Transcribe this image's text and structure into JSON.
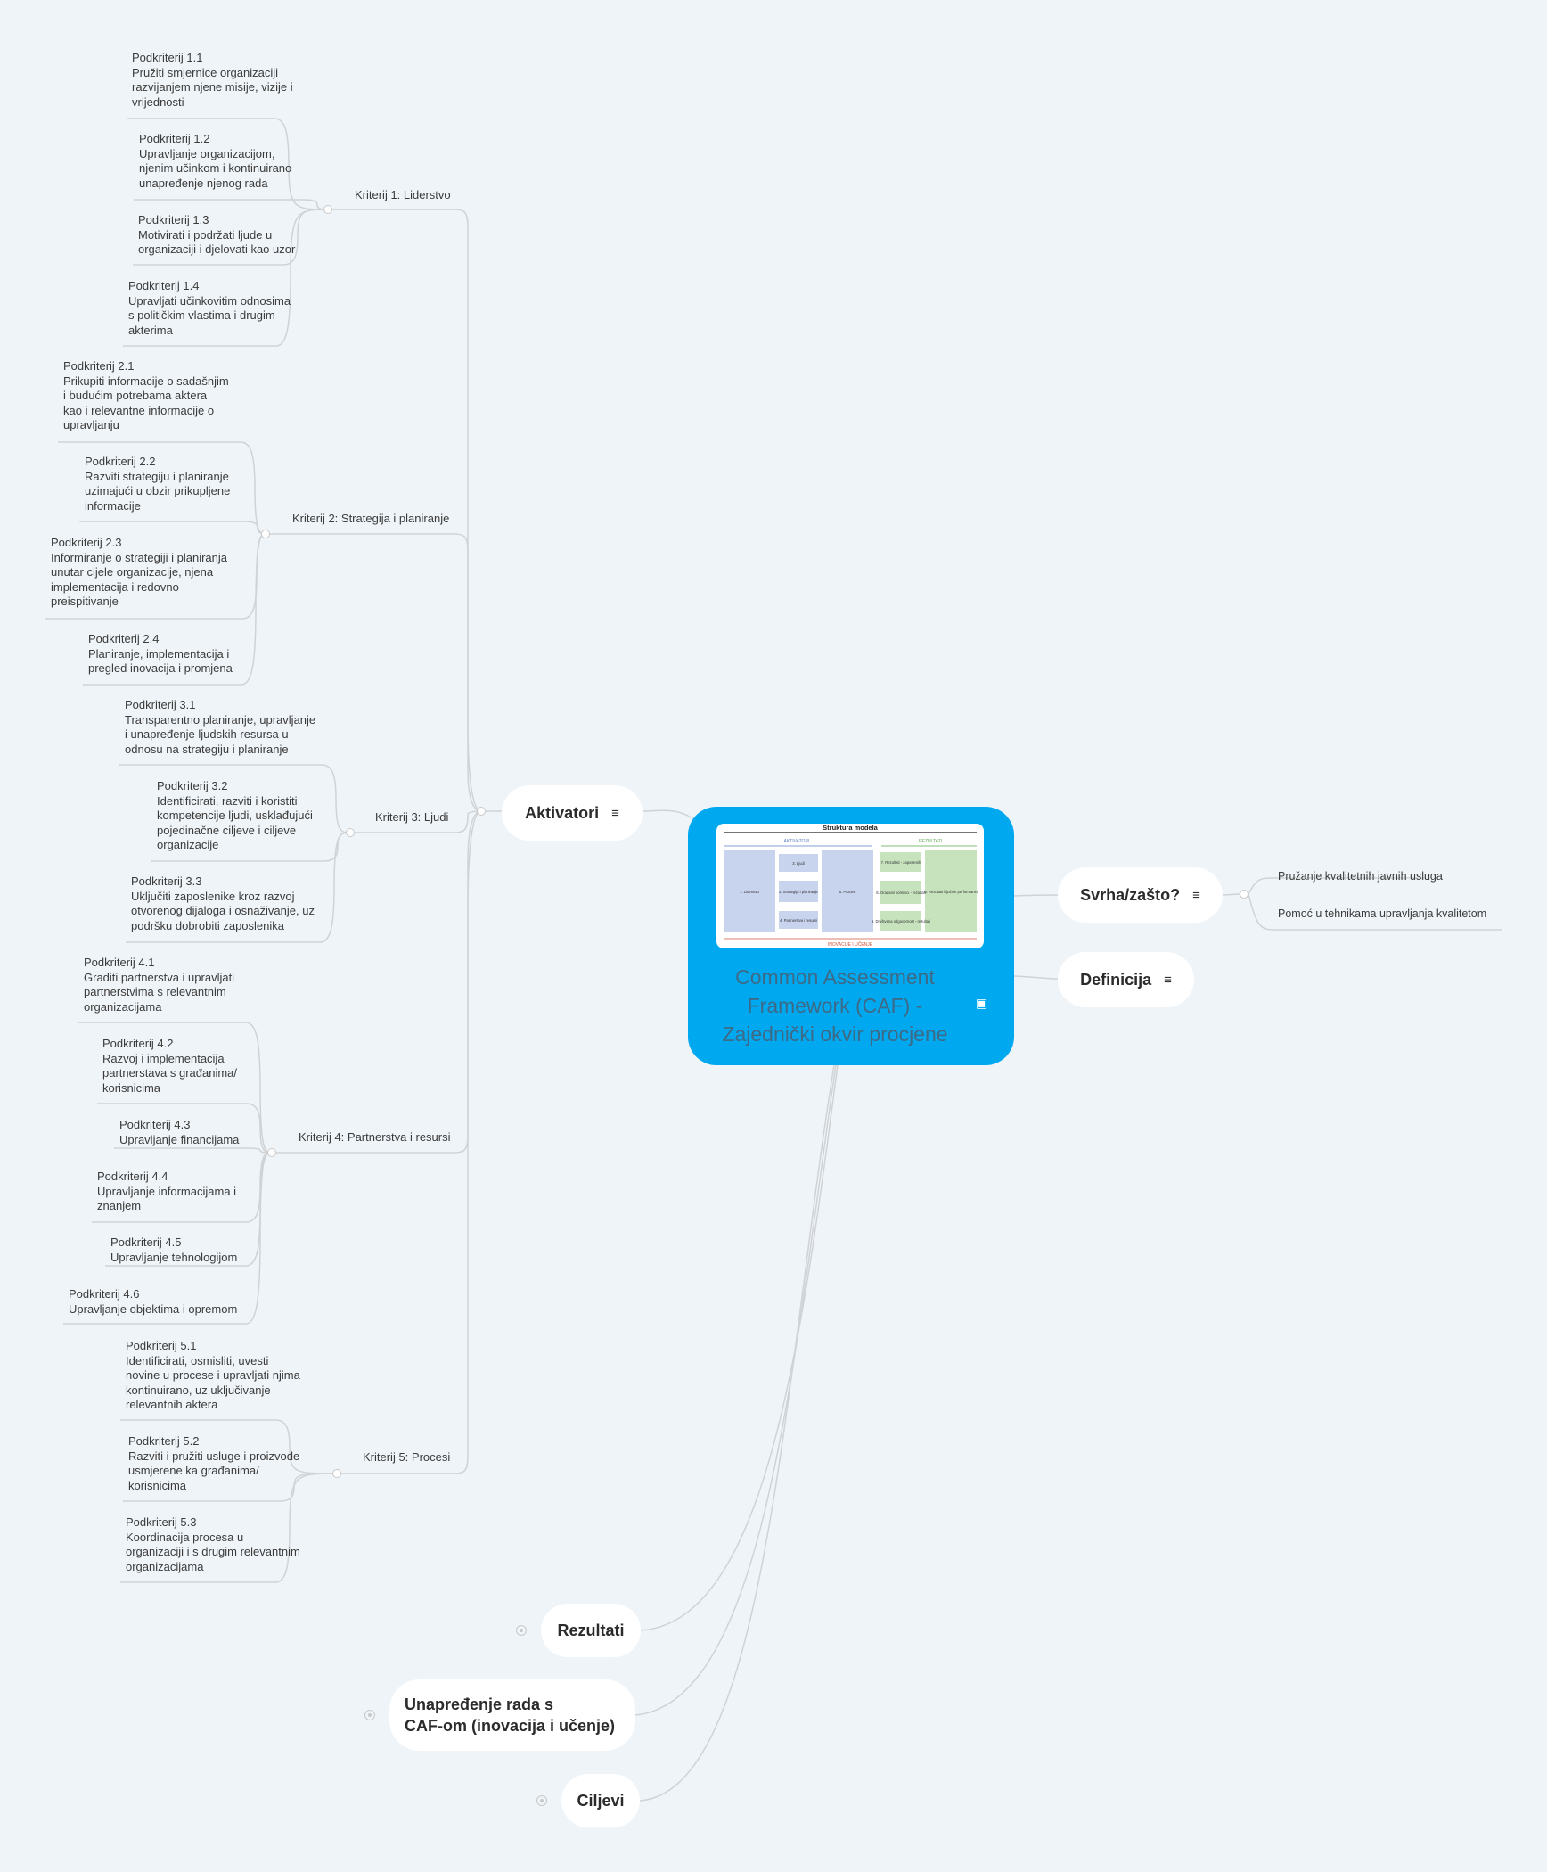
{
  "central": {
    "title_lines": [
      "Common Assessment",
      "Framework (CAF) -",
      "Zajednički okvir procjene"
    ],
    "image": {
      "title": "Struktura modela",
      "activators_label": "AKTIVATORI",
      "results_label": "REZULTATI",
      "innovation_label": "INOVACIJE I UČENJE",
      "boxes": [
        "1. Liderstvo",
        "3. Ljudi",
        "2. Strategija i planiranje",
        "4. Partnerstva i resursi",
        "5. Procesi",
        "7. Rezultati - zaposlenih",
        "6. Građani/ korisnici - rezultati",
        "8. Društvena odgovornost - rezultati",
        "9. Rezultati ključnih performansi"
      ]
    }
  },
  "main_nodes": {
    "aktivatori": "Aktivatori",
    "svrha": "Svrha/zašto?",
    "definicija": "Definicija",
    "rezultati": "Rezultati",
    "unaprjedjenje": [
      "Unapređenje rada s",
      "CAF-om (inovacija i učenje)"
    ],
    "ciljevi": "Ciljevi"
  },
  "svrha_items": [
    "Pružanje kvalitetnih javnih usluga",
    "Pomoć u tehnikama upravljanja kvalitetom"
  ],
  "criteria": [
    {
      "label": "Kriterij 1: Liderstvo",
      "subs": [
        [
          "Podkriterij 1.1",
          "Pružiti smjernice organizaciji",
          "razvijanjem njene misije, vizije i",
          "vrijednosti"
        ],
        [
          "Podkriterij 1.2",
          "Upravljanje organizacijom,",
          "njenim učinkom i kontinuirano",
          "unapređenje njenog rada"
        ],
        [
          "Podkriterij 1.3",
          "Motivirati i podržati ljude u",
          "organizaciji i djelovati kao uzor"
        ],
        [
          "Podkriterij 1.4",
          "Upravljati učinkovitim odnosima",
          "s političkim vlastima i drugim",
          "akterima"
        ]
      ]
    },
    {
      "label": "Kriterij 2: Strategija i planiranje",
      "subs": [
        [
          "Podkriterij 2.1",
          "Prikupiti informacije o sadašnjim",
          "i budućim potrebama aktera",
          "kao i relevantne informacije o",
          "upravljanju"
        ],
        [
          "Podkriterij 2.2",
          "Razviti strategiju i planiranje",
          "uzimajući u obzir prikupljene",
          "informacije"
        ],
        [
          "Podkriterij 2.3",
          "Informiranje o strategiji i planiranja",
          "unutar cijele organizacije, njena",
          "implementacija i redovno",
          "preispitivanje"
        ],
        [
          "Podkriterij 2.4",
          "Planiranje, implementacija i",
          "pregled inovacija i promjena"
        ]
      ]
    },
    {
      "label": "Kriterij 3: Ljudi",
      "subs": [
        [
          "Podkriterij 3.1",
          "Transparentno planiranje, upravljanje",
          "i unapređenje ljudskih resursa u",
          "odnosu na strategiju i planiranje"
        ],
        [
          "Podkriterij 3.2",
          "Identificirati, razviti i koristiti",
          "kompetencije ljudi, usklađujući",
          "pojedinačne ciljeve i ciljeve",
          "organizacije"
        ],
        [
          "Podkriterij 3.3",
          "Uključiti zaposlenike kroz razvoj",
          "otvorenog dijaloga i osnaživanje, uz",
          "podršku dobrobiti zaposlenika"
        ]
      ]
    },
    {
      "label": "Kriterij 4: Partnerstva i resursi",
      "subs": [
        [
          "Podkriterij 4.1",
          "Graditi partnerstva i upravljati",
          "partnerstvima s relevantnim",
          "organizacijama"
        ],
        [
          "Podkriterij 4.2",
          "Razvoj i implementacija",
          "partnerstava s građanima/",
          "korisnicima"
        ],
        [
          "Podkriterij 4.3",
          "Upravljanje financijama"
        ],
        [
          "Podkriterij 4.4",
          "Upravljanje informacijama i",
          "znanjem"
        ],
        [
          "Podkriterij 4.5",
          "Upravljanje tehnologijom"
        ],
        [
          "Podkriterij 4.6",
          "Upravljanje objektima i opremom"
        ]
      ]
    },
    {
      "label": "Kriterij 5: Procesi",
      "subs": [
        [
          "Podkriterij 5.1",
          "Identificirati, osmisliti, uvesti",
          "novine u procese i upravljati njima",
          "kontinuirano, uz uključivanje",
          "relevantnih aktera"
        ],
        [
          "Podkriterij 5.2",
          "Razviti i pružiti usluge i proizvode",
          "usmjerene ka građanima/",
          "korisnicima"
        ],
        [
          "Podkriterij 5.3",
          "Koordinacija procesa u",
          "organizaciji i s drugim relevantnim",
          "organizacijama"
        ]
      ]
    }
  ],
  "colors": {
    "background": "#eff4f8",
    "central": "#00a8f0",
    "line": "#cfd3d6"
  }
}
